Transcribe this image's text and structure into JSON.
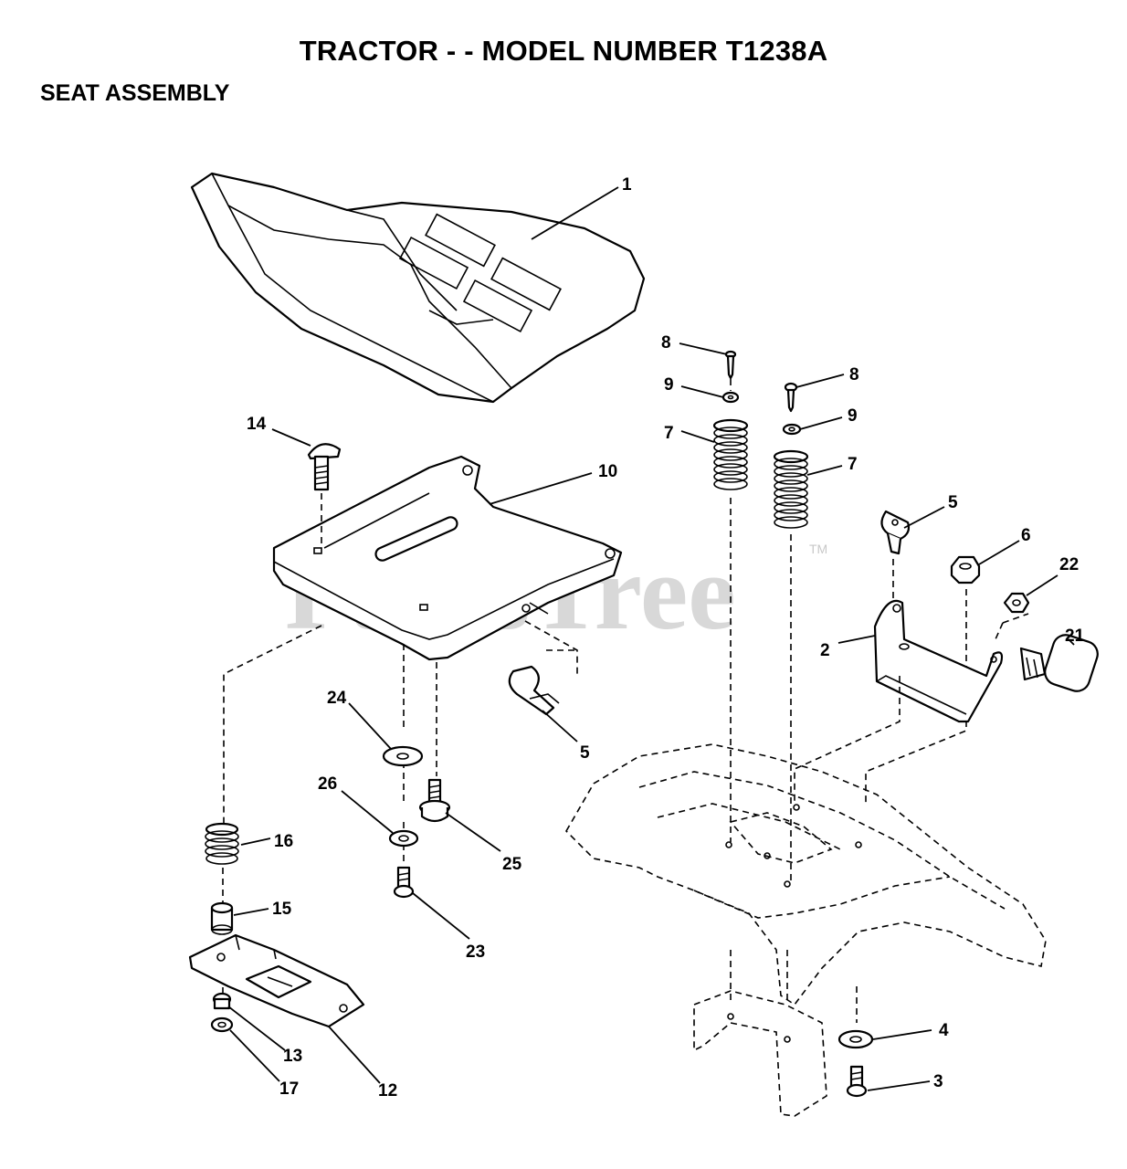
{
  "header": {
    "title": "TRACTOR - - MODEL NUMBER T1238A",
    "section": "SEAT ASSEMBLY"
  },
  "watermark": {
    "text": "PartsTree",
    "trademark": "TM",
    "color": "#d8d8d8"
  },
  "callouts": {
    "seat": "1",
    "seat_bracket": "2",
    "bolt_lower": "3",
    "washer_lower": "4",
    "clip_right": "5",
    "clip_left": "5",
    "nut": "6",
    "spring_left": "7",
    "spring_right": "7",
    "screw_left": "8",
    "screw_right": "9",
    "washer_top_left": "9",
    "screw_top_right": "8",
    "pan": "10",
    "slide": "12",
    "washer_13": "13",
    "carriage_bolt": "14",
    "spacer": "15",
    "spring_small": "16",
    "nut_17": "17",
    "knob_bolt": "21",
    "nut_22": "22",
    "screw_23": "23",
    "washer_24": "24",
    "shoulder_bolt": "25",
    "washer_26": "26"
  }
}
